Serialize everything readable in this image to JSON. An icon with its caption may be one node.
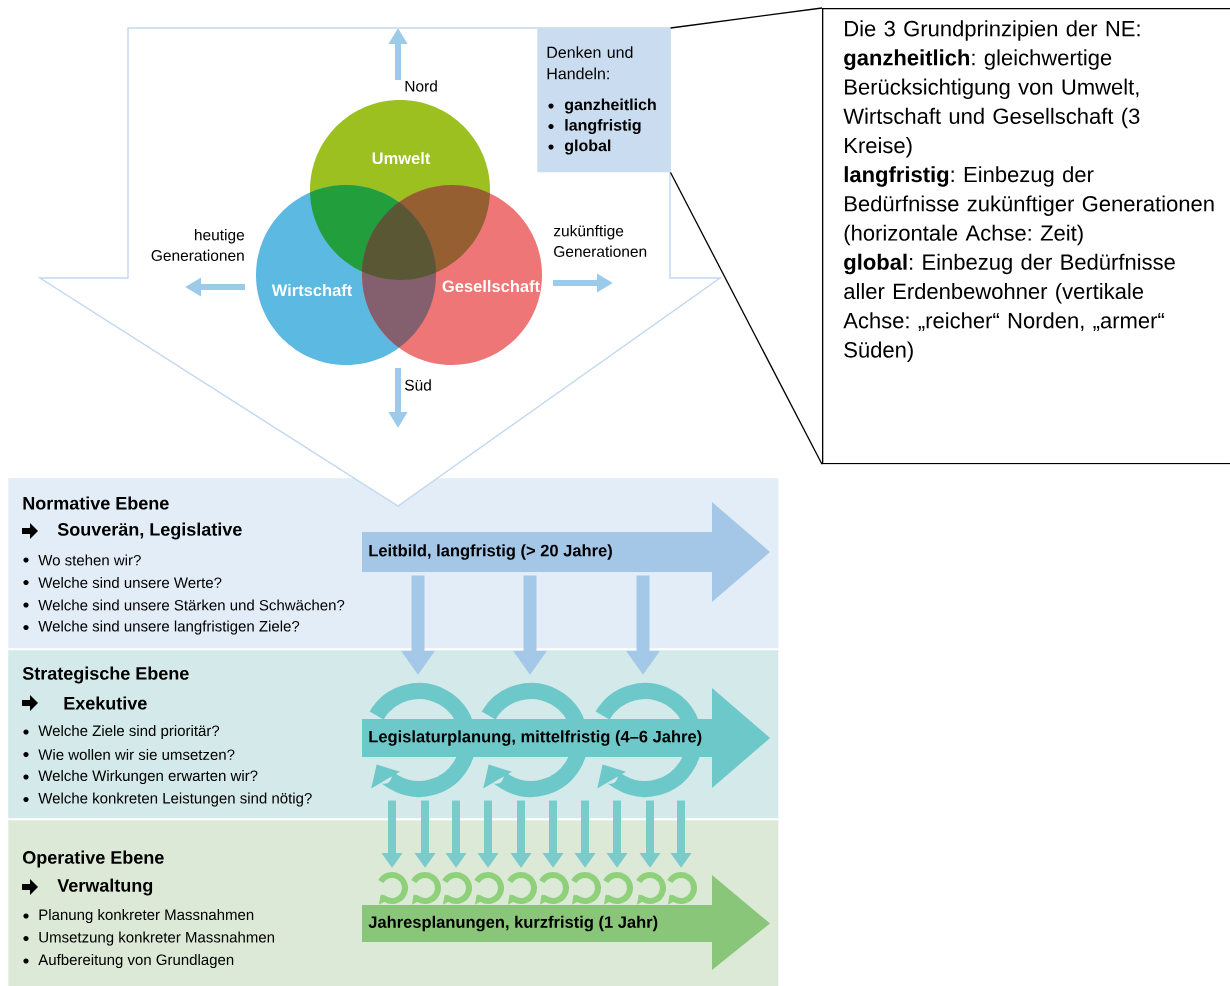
{
  "diagram": {
    "nodes": [
      {
        "text": [
          "Denken und Handeln:",
          "ganzheitlich",
          "langfristig",
          "global"
        ]
      },
      {
        "text": [
          "Die 3 Grundprinzipien der NE:",
          "**ganzheitlich**: gleichwertige Berücksichtigung von Umwelt, Wirtschaft und Gesellschaft (3 Kreise)",
          "**langfristig**: Einbezug der Bedürfnisse zukünftiger Generationen (horizontale Achse: Zeit)",
          "**global**: Einbezug der Bedürfnisse aller Erdenbewohner (vertikale Achse: „reicher“ Norden, „armer“ Süden)"
        ]
      },
      {
        "text": [
          "Umwelt"
        ]
      },
      {
        "text": [
          "Wirtschaft"
        ]
      },
      {
        "text": [
          "Gesellschaft"
        ]
      },
      {
        "text": [
          "Normative Ebene",
          "Souverän, Legislative",
          "Wo stehen wir?",
          "Welche sind unsere Werte?",
          "Welche sind unsere Stärken und Schwächen?",
          "Welche sind unsere langfristigen Ziele?"
        ]
      },
      {
        "text": [
          "Leitbild, langfristig (> 20 Jahre)"
        ],
        "in": 5
      },
      {
        "text": [
          "Strategische Ebene",
          "Exekutive",
          "Welche Ziele sind prioritär?",
          "Wie wollen wir sie umsetzen?",
          "Welche Wirkungen erwarten wir?",
          "Welche konkreten Leistungen sind nötig?"
        ]
      },
      {
        "text": [
          "Legislaturplanung, mittelfristig (4–6 Jahre)"
        ],
        "in": 7
      },
      {
        "text": [
          "Operative Ebene",
          "Verwaltung",
          "Planung konkreter Massnahmen",
          "Umsetzung konkreter Massnahmen",
          "Aufbereitung von Grundlagen"
        ]
      },
      {
        "text": [
          "Jahresplanungen, kurzfristig (1 Jahr)"
        ],
        "in": 9
      }
    ],
    "edges": [
      {
        "from": 1,
        "to": 0,
        "arrow": "none",
        "color": "#000000"
      },
      {
        "from": 1,
        "to": 0,
        "arrow": "none",
        "color": "#000000"
      },
      {
        "from": 6,
        "to": 8,
        "arrow": "to",
        "color": "#a4c8e8"
      },
      {
        "from": 6,
        "to": 8,
        "arrow": "to",
        "color": "#a4c8e8"
      },
      {
        "from": 6,
        "to": 8,
        "arrow": "to",
        "color": "#a4c8e8"
      },
      {
        "from": 8,
        "to": 10,
        "arrow": "to",
        "color": "#7ccbcb"
      },
      {
        "from": 8,
        "to": 10,
        "arrow": "to",
        "color": "#7ccbcb"
      },
      {
        "from": 8,
        "to": 10,
        "arrow": "to",
        "color": "#7ccbcb"
      },
      {
        "from": 8,
        "to": 10,
        "arrow": "to",
        "color": "#7ccbcb"
      },
      {
        "from": 8,
        "to": 10,
        "arrow": "to",
        "color": "#7ccbcb"
      },
      {
        "from": 8,
        "to": 10,
        "arrow": "to",
        "color": "#7ccbcb"
      },
      {
        "from": 8,
        "to": 10,
        "arrow": "to",
        "color": "#7ccbcb"
      },
      {
        "from": 8,
        "to": 10,
        "arrow": "to",
        "color": "#7ccbcb"
      },
      {
        "from": 8,
        "to": 10,
        "arrow": "to",
        "color": "#7ccbcb"
      },
      {
        "from": 8,
        "to": 10,
        "arrow": "to",
        "color": "#7ccbcb"
      }
    ],
    "labels": [
      "Nord",
      "heutige Generationen",
      "zukünftige Generationen",
      "Süd"
    ]
  }
}
